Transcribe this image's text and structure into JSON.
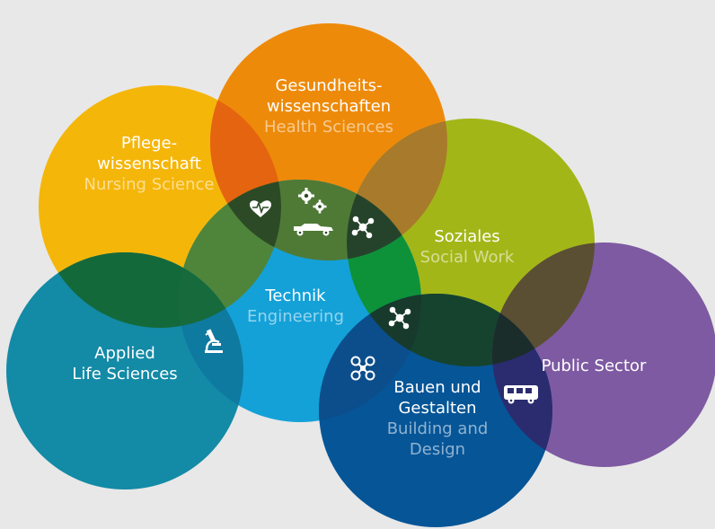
{
  "colors": {
    "background": "#e8e8e8",
    "gesundheit": "#ee8a0a",
    "pflege": "#f5b60a",
    "soziales": "#a3b617",
    "applied": "#138aa6",
    "technik": "#14a1d8",
    "bauen": "#065597",
    "public": "#7e5aa2"
  },
  "circles": {
    "gesundheit": {
      "de_lines": [
        "Gesundheits-",
        "wissenschaften"
      ],
      "en_lines": [
        "Health Sciences"
      ]
    },
    "pflege": {
      "de_lines": [
        "Pflege-",
        "wissenschaft"
      ],
      "en_lines": [
        "Nursing Science"
      ]
    },
    "soziales": {
      "de_lines": [
        "Soziales"
      ],
      "en_lines": [
        "Social Work"
      ]
    },
    "technik": {
      "de_lines": [
        "Technik"
      ],
      "en_lines": [
        "Engineering"
      ]
    },
    "applied": {
      "de_lines": [
        "Applied",
        "Life Sciences"
      ],
      "en_lines": []
    },
    "bauen": {
      "de_lines": [
        "Bauen und",
        "Gestalten"
      ],
      "en_lines": [
        "Building and",
        "Design"
      ]
    },
    "public": {
      "de_lines": [
        "Public Sector"
      ],
      "en_lines": []
    }
  },
  "icons": {
    "heart": "heart-pulse-icon",
    "gears": "gears-icon",
    "car": "race-car-icon",
    "network1": "network-icon",
    "network2": "network-icon",
    "microscope": "microscope-icon",
    "drone": "drone-icon",
    "bus": "bus-icon"
  }
}
